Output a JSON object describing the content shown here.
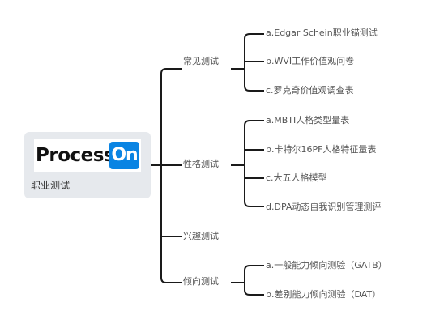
{
  "root": {
    "logo_text": "Process",
    "logo_badge": "On",
    "label": "职业测试"
  },
  "branches": [
    {
      "label": "常见测试",
      "children": [
        "a.Edgar Schein职业锚测试",
        "b.WVI工作价值观问卷",
        "c.罗克奇价值观调查表"
      ]
    },
    {
      "label": "性格测试",
      "children": [
        "a.MBTI人格类型量表",
        "b.卡特尔16PF人格特征量表",
        "c.大五人格模型",
        "d.DPA动态自我识别管理测评"
      ]
    },
    {
      "label": "兴趣测试",
      "children": []
    },
    {
      "label": "倾向测试",
      "children": [
        "a.一般能力倾向测验（GATB）",
        "b.差别能力倾向测验（DAT）"
      ]
    }
  ],
  "colors": {
    "connector": "#1a1a1a",
    "root_background": "#e6e9ed",
    "logo_badge": "#0a84e3",
    "node_text": "#555555"
  }
}
